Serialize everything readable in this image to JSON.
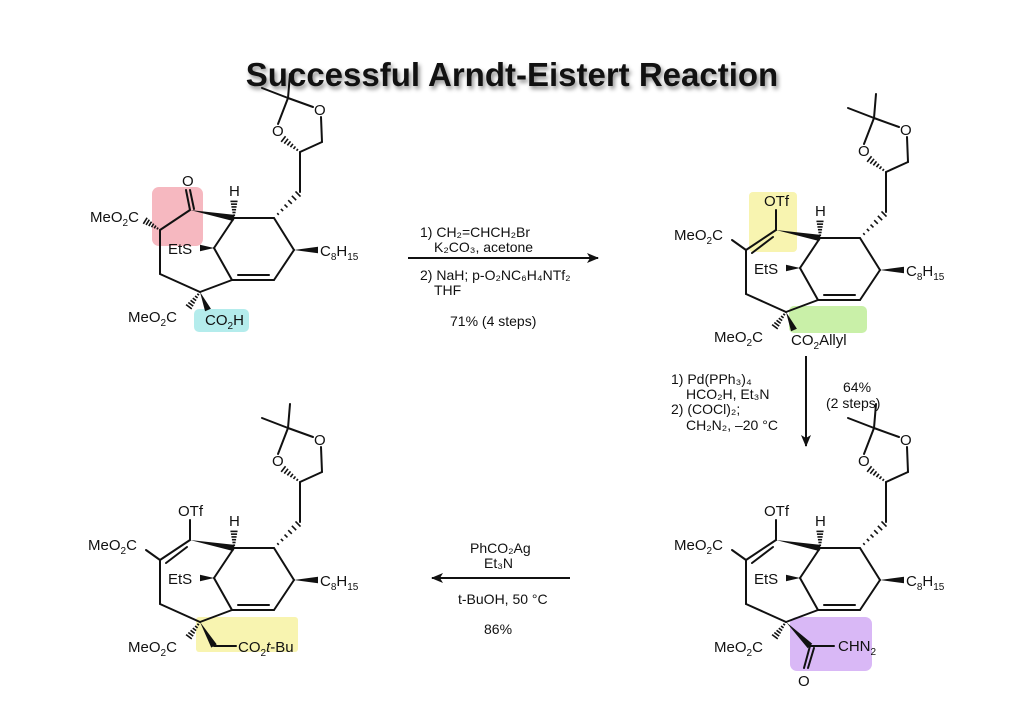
{
  "title": "Successful Arndt-Eistert Reaction",
  "colors": {
    "ketone_highlight": "#f6b8c0",
    "acid_highlight": "#b4ecec",
    "triflate_highlight": "#f8f4b0",
    "allyl_highlight": "#c9f0a8",
    "diazoketone_highlight": "#d9b8f6",
    "tbu_ester_highlight": "#f8f4b0"
  },
  "compounds": [
    {
      "id": "starting-keto-acid",
      "labels": {
        "meo2c_left": [
          "MeO",
          "2",
          "C"
        ],
        "top_group": "O",
        "h": "H",
        "ets": "EtS",
        "c8h15": [
          "C",
          "8",
          "H",
          "15"
        ],
        "meo2c_bottom": [
          "MeO",
          "2",
          "C"
        ],
        "bottom_group": [
          "CO",
          "2",
          "H"
        ],
        "dioxolane_o1": "O",
        "dioxolane_o2": "O"
      },
      "highlights": [
        "ketone",
        "carboxylic acid"
      ]
    },
    {
      "id": "enol-triflate-allyl-ester",
      "labels": {
        "meo2c_left": [
          "MeO",
          "2",
          "C"
        ],
        "top_group": "OTf",
        "h": "H",
        "ets": "EtS",
        "c8h15": [
          "C",
          "8",
          "H",
          "15"
        ],
        "meo2c_bottom": [
          "MeO",
          "2",
          "C"
        ],
        "bottom_group": [
          "CO",
          "2",
          "Allyl"
        ],
        "dioxolane_o1": "O",
        "dioxolane_o2": "O"
      },
      "highlights": [
        "enol triflate",
        "allyl ester"
      ]
    },
    {
      "id": "diazoketone",
      "labels": {
        "meo2c_left": [
          "MeO",
          "2",
          "C"
        ],
        "top_group": "OTf",
        "h": "H",
        "ets": "EtS",
        "c8h15": [
          "C",
          "8",
          "H",
          "15"
        ],
        "meo2c_bottom": [
          "MeO",
          "2",
          "C"
        ],
        "bottom_group": [
          "CHN",
          "2",
          ""
        ],
        "carbonyl_o": "O",
        "dioxolane_o1": "O",
        "dioxolane_o2": "O"
      },
      "highlights": [
        "diazoketone"
      ]
    },
    {
      "id": "homologated-tbu-ester",
      "labels": {
        "meo2c_left": [
          "MeO",
          "2",
          "C"
        ],
        "top_group": "OTf",
        "h": "H",
        "ets": "EtS",
        "c8h15": [
          "C",
          "8",
          "H",
          "15"
        ],
        "meo2c_bottom": [
          "MeO",
          "2",
          "C"
        ],
        "bottom_group": [
          "CO",
          "2",
          "t-Bu"
        ],
        "dioxolane_o1": "O",
        "dioxolane_o2": "O"
      },
      "highlights": [
        "tert-butyl ester"
      ]
    }
  ],
  "steps": [
    {
      "direction": "right",
      "conditions": [
        "1) CH₂=CHCH₂Br",
        "K₂CO₃, acetone",
        "2) NaH; p-O₂NC₆H₄NTf₂",
        "THF"
      ],
      "yield": "71% (4 steps)"
    },
    {
      "direction": "down",
      "conditions": [
        "1) Pd(PPh₃)₄",
        "HCO₂H, Et₃N",
        "2) (COCl)₂;",
        "CH₂N₂, –20 °C"
      ],
      "yield": [
        "64%",
        "(2 steps)"
      ]
    },
    {
      "direction": "left",
      "conditions": [
        "PhCO₂Ag",
        "Et₃N",
        "t-BuOH, 50 °C"
      ],
      "yield": "86%"
    }
  ]
}
